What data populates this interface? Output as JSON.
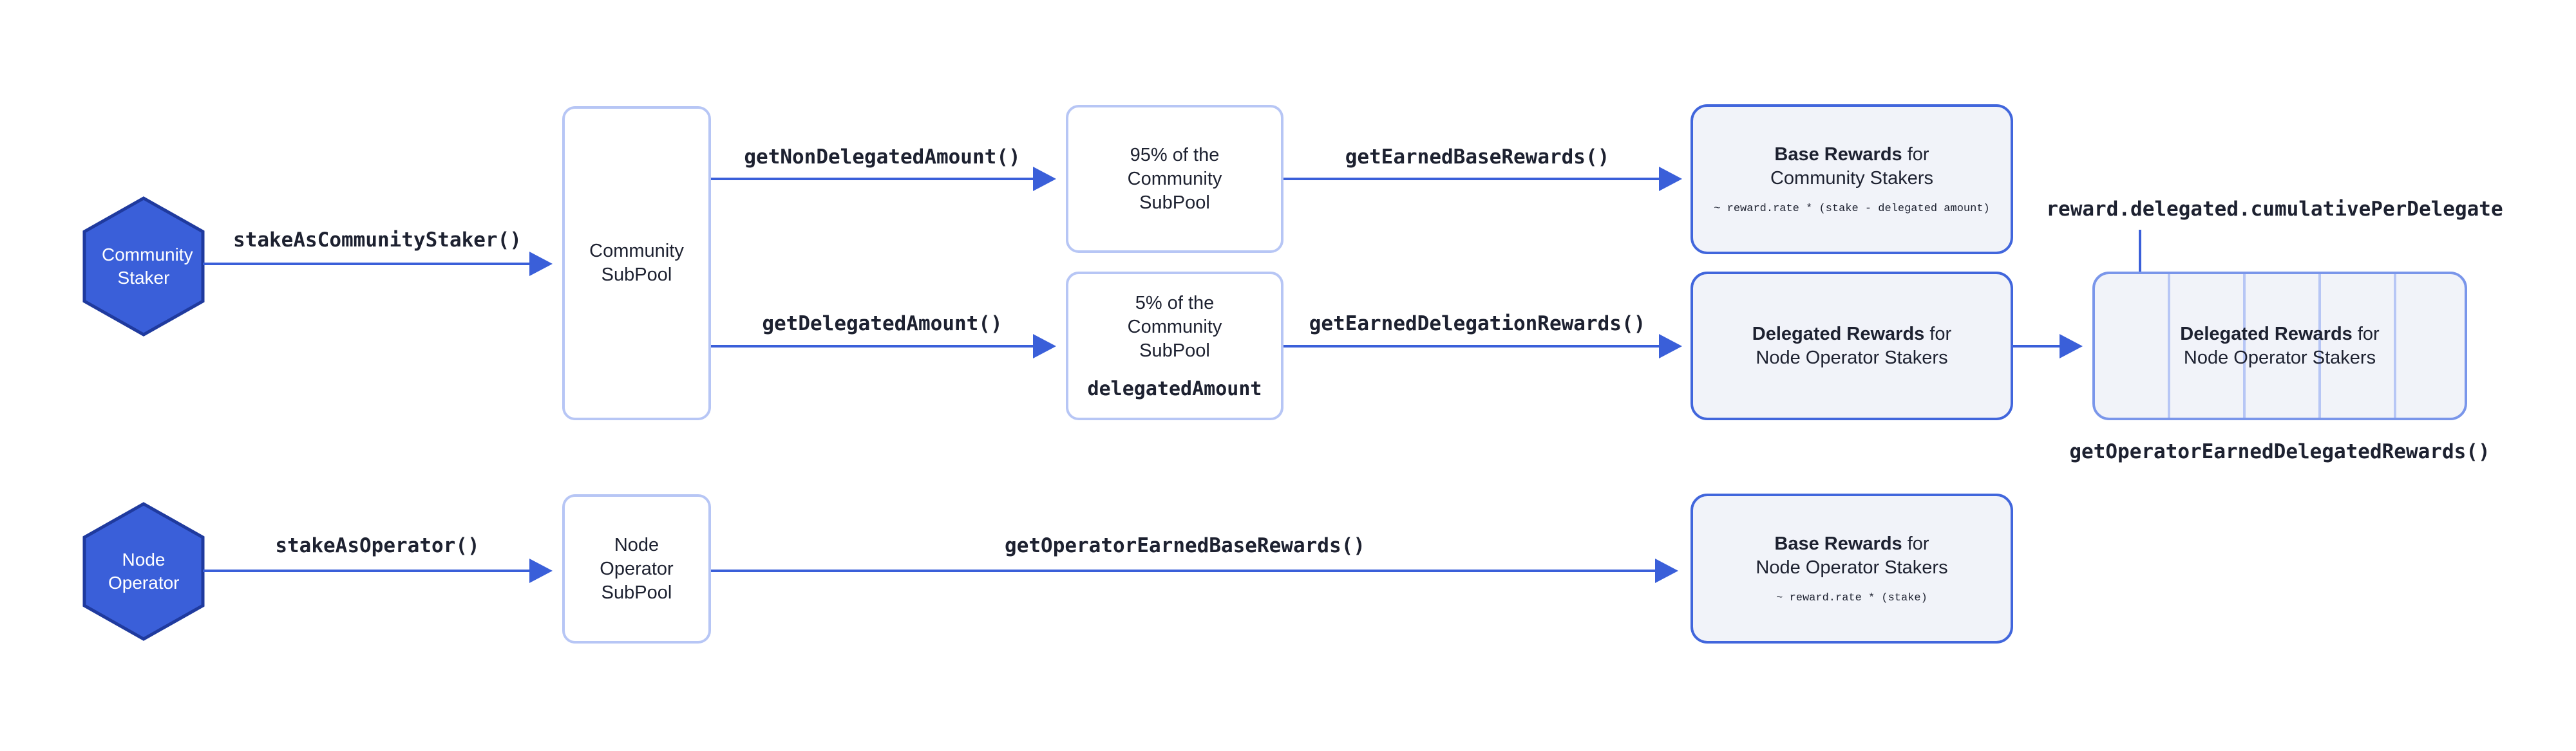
{
  "colors": {
    "accent": "#3a5fd9",
    "hex_fill": "#3a5fd9",
    "hex_stroke": "#1f3a9e",
    "box_border": "#b7c6f5",
    "reward_fill": "#f1f3f9"
  },
  "actors": {
    "community_staker": "Community Staker",
    "node_operator": "Node Operator"
  },
  "pools": {
    "community_subpool": "Community SubPool",
    "operator_subpool": "Node Operator SubPool"
  },
  "portions": {
    "non_delegated": "95% of the Community SubPool",
    "delegated": "5% of the Community SubPool",
    "delegated_var": "delegatedAmount"
  },
  "rewards": {
    "base_community": {
      "bold": "Base Rewards",
      "rest_line1": " for",
      "line2": "Community Stakers",
      "formula": "~ reward.rate * (stake - delegated amount)"
    },
    "delegated": {
      "bold": "Delegated Rewards",
      "rest_line1": " for",
      "line2": "Node Operator Stakers"
    },
    "delegated_per_operator": {
      "bold": "Delegated Rewards",
      "rest_line1": " for",
      "line2": "Node Operator Stakers"
    },
    "base_operator": {
      "bold": "Base Rewards",
      "rest_line1": " for",
      "line2": "Node Operator Stakers",
      "formula": "~ reward.rate * (stake)"
    }
  },
  "functions": {
    "stake_community": "stakeAsCommunityStaker()",
    "get_non_delegated": "getNonDelegatedAmount()",
    "get_delegated": "getDelegatedAmount()",
    "get_earned_base": "getEarnedBaseRewards()",
    "get_earned_delegation": "getEarnedDelegationRewards()",
    "cumulative_per_delegate": "reward.delegated.cumulativePerDelegate",
    "get_operator_earned_delegated": "getOperatorEarnedDelegatedRewards()",
    "stake_operator": "stakeAsOperator()",
    "get_operator_earned_base": "getOperatorEarnedBaseRewards()"
  }
}
